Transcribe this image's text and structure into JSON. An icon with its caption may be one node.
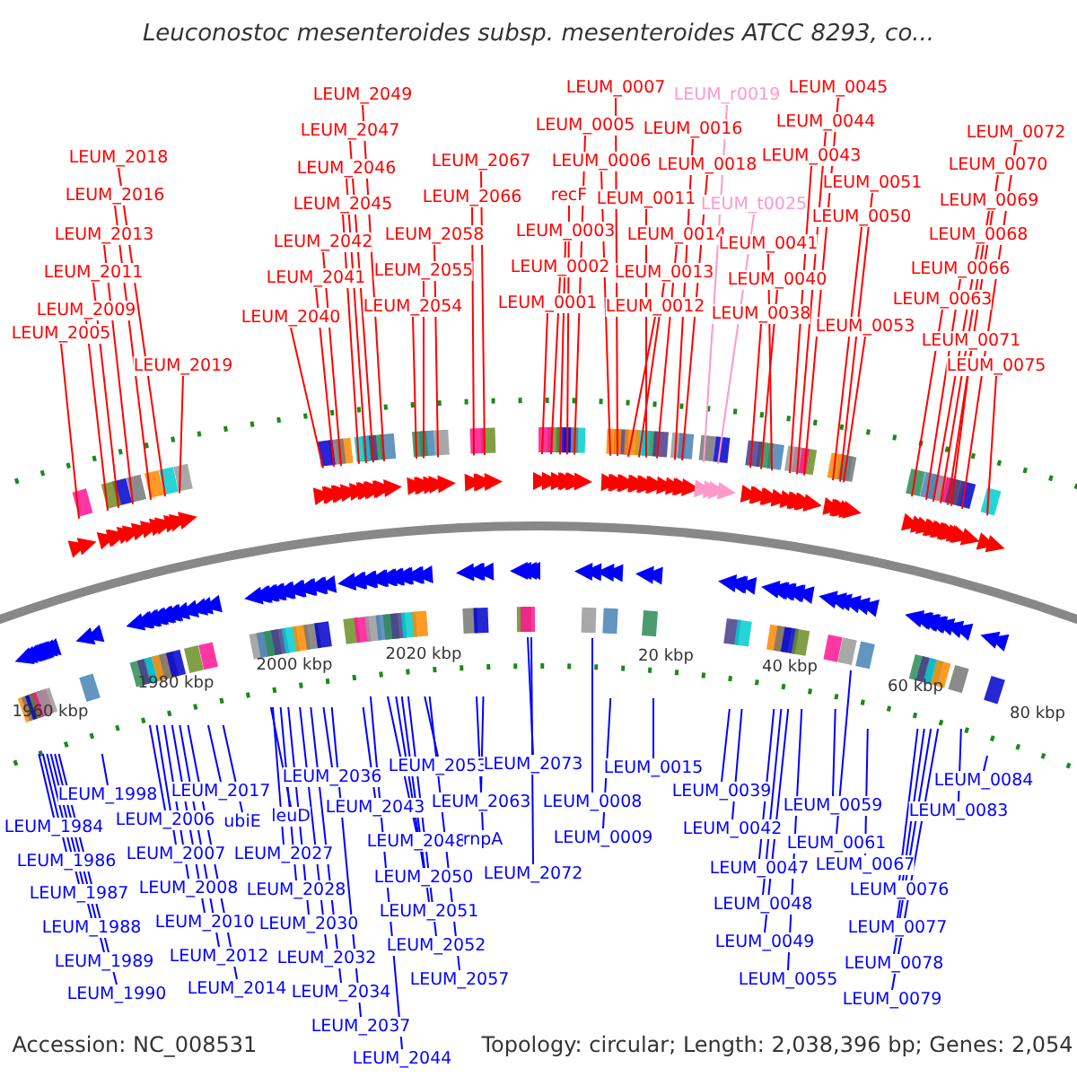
{
  "diagram": {
    "title": "Leuconostoc mesenteroides subsp. mesenteroides ATCC 8293, co...",
    "nodes": [
      {
        "text": [
          "LEUM_2018"
        ]
      },
      {
        "text": [
          "LEUM_2016"
        ]
      },
      {
        "text": [
          "LEUM_2013"
        ]
      },
      {
        "text": [
          "LEUM_2011"
        ]
      },
      {
        "text": [
          "LEUM_2009"
        ]
      },
      {
        "text": [
          "LEUM_2005"
        ]
      },
      {
        "text": [
          "LEUM_2019"
        ]
      },
      {
        "text": [
          "LEUM_2049"
        ]
      },
      {
        "text": [
          "LEUM_2047"
        ]
      },
      {
        "text": [
          "LEUM_2046"
        ]
      },
      {
        "text": [
          "LEUM_2045"
        ]
      },
      {
        "text": [
          "LEUM_2042"
        ]
      },
      {
        "text": [
          "LEUM_2041"
        ]
      },
      {
        "text": [
          "LEUM_2040"
        ]
      },
      {
        "text": [
          "LEUM_2067"
        ]
      },
      {
        "text": [
          "LEUM_2066"
        ]
      },
      {
        "text": [
          "LEUM_2058"
        ]
      },
      {
        "text": [
          "LEUM_2055"
        ]
      },
      {
        "text": [
          "LEUM_2054"
        ]
      },
      {
        "text": [
          "LEUM_0007"
        ]
      },
      {
        "text": [
          "LEUM_0005"
        ]
      },
      {
        "text": [
          "LEUM_0006"
        ]
      },
      {
        "text": [
          "recF"
        ]
      },
      {
        "text": [
          "LEUM_0003"
        ]
      },
      {
        "text": [
          "LEUM_0002"
        ]
      },
      {
        "text": [
          "LEUM_0001"
        ]
      },
      {
        "text": [
          "LEUM_0016"
        ]
      },
      {
        "text": [
          "LEUM_0018"
        ]
      },
      {
        "text": [
          "LEUM_0011"
        ]
      },
      {
        "text": [
          "LEUM_0014"
        ]
      },
      {
        "text": [
          "LEUM_0013"
        ]
      },
      {
        "text": [
          "LEUM_0012"
        ]
      },
      {
        "text": [
          "LEUM_r0019"
        ]
      },
      {
        "text": [
          "LEUM_t0025"
        ]
      },
      {
        "text": [
          "LEUM_0045"
        ]
      },
      {
        "text": [
          "LEUM_0044"
        ]
      },
      {
        "text": [
          "LEUM_0043"
        ]
      },
      {
        "text": [
          "LEUM_0041"
        ]
      },
      {
        "text": [
          "LEUM_0040"
        ]
      },
      {
        "text": [
          "LEUM_0038"
        ]
      },
      {
        "text": [
          "LEUM_0051"
        ]
      },
      {
        "text": [
          "LEUM_0050"
        ]
      },
      {
        "text": [
          "LEUM_0053"
        ]
      },
      {
        "text": [
          "LEUM_0072"
        ]
      },
      {
        "text": [
          "LEUM_0070"
        ]
      },
      {
        "text": [
          "LEUM_0069"
        ]
      },
      {
        "text": [
          "LEUM_0068"
        ]
      },
      {
        "text": [
          "LEUM_0066"
        ]
      },
      {
        "text": [
          "LEUM_0063"
        ]
      },
      {
        "text": [
          "LEUM_0071"
        ]
      },
      {
        "text": [
          "LEUM_0075"
        ]
      },
      {
        "text": [
          "LEUM_1984"
        ]
      },
      {
        "text": [
          "LEUM_1986"
        ]
      },
      {
        "text": [
          "LEUM_1987"
        ]
      },
      {
        "text": [
          "LEUM_1988"
        ]
      },
      {
        "text": [
          "LEUM_1989"
        ]
      },
      {
        "text": [
          "LEUM_1990"
        ]
      },
      {
        "text": [
          "LEUM_1998"
        ]
      },
      {
        "text": [
          "LEUM_2006"
        ]
      },
      {
        "text": [
          "LEUM_2007"
        ]
      },
      {
        "text": [
          "LEUM_2008"
        ]
      },
      {
        "text": [
          "LEUM_2010"
        ]
      },
      {
        "text": [
          "LEUM_2012"
        ]
      },
      {
        "text": [
          "LEUM_2014"
        ]
      },
      {
        "text": [
          "LEUM_2017"
        ]
      },
      {
        "text": [
          "ubiE"
        ]
      },
      {
        "text": [
          "leuD"
        ]
      },
      {
        "text": [
          "LEUM_2027"
        ]
      },
      {
        "text": [
          "LEUM_2028"
        ]
      },
      {
        "text": [
          "LEUM_2030"
        ]
      },
      {
        "text": [
          "LEUM_2032"
        ]
      },
      {
        "text": [
          "LEUM_2034"
        ]
      },
      {
        "text": [
          "LEUM_2036"
        ]
      },
      {
        "text": [
          "LEUM_2037"
        ]
      },
      {
        "text": [
          "LEUM_2043"
        ]
      },
      {
        "text": [
          "LEUM_2044"
        ]
      },
      {
        "text": [
          "LEUM_2048"
        ]
      },
      {
        "text": [
          "LEUM_2050"
        ]
      },
      {
        "text": [
          "LEUM_2051"
        ]
      },
      {
        "text": [
          "LEUM_2052"
        ]
      },
      {
        "text": [
          "LEUM_2053"
        ]
      },
      {
        "text": [
          "LEUM_2057"
        ]
      },
      {
        "text": [
          "rnpA"
        ]
      },
      {
        "text": [
          "LEUM_2063"
        ]
      },
      {
        "text": [
          "LEUM_2073"
        ]
      },
      {
        "text": [
          "LEUM_2072"
        ]
      },
      {
        "text": [
          "LEUM_0008"
        ]
      },
      {
        "text": [
          "LEUM_0009"
        ]
      },
      {
        "text": [
          "LEUM_0015"
        ]
      },
      {
        "text": [
          "LEUM_0039"
        ]
      },
      {
        "text": [
          "LEUM_0042"
        ]
      },
      {
        "text": [
          "LEUM_0047"
        ]
      },
      {
        "text": [
          "LEUM_0048"
        ]
      },
      {
        "text": [
          "LEUM_0049"
        ]
      },
      {
        "text": [
          "LEUM_0055"
        ]
      },
      {
        "text": [
          "LEUM_0059"
        ]
      },
      {
        "text": [
          "LEUM_0061"
        ]
      },
      {
        "text": [
          "LEUM_0067"
        ]
      },
      {
        "text": [
          "LEUM_0076"
        ]
      },
      {
        "text": [
          "LEUM_0077"
        ]
      },
      {
        "text": [
          "LEUM_0078"
        ]
      },
      {
        "text": [
          "LEUM_0079"
        ]
      },
      {
        "text": [
          "LEUM_0083"
        ]
      },
      {
        "text": [
          "LEUM_0084"
        ]
      }
    ],
    "edges": [
      {
        "from": 0,
        "to": null,
        "arrow": "none",
        "color": "#ff0000"
      },
      {
        "from": 1,
        "to": null,
        "arrow": "none",
        "color": "#ff0000"
      },
      {
        "from": 2,
        "to": null,
        "arrow": "none",
        "color": "#ff0000"
      },
      {
        "from": 3,
        "to": null,
        "arrow": "none",
        "color": "#ff0000"
      },
      {
        "from": 4,
        "to": null,
        "arrow": "none",
        "color": "#ff0000"
      },
      {
        "from": 5,
        "to": null,
        "arrow": "none",
        "color": "#ff0000"
      },
      {
        "from": 6,
        "to": null,
        "arrow": "none",
        "color": "#ff0000"
      },
      {
        "from": 7,
        "to": null,
        "arrow": "none",
        "color": "#ff0000"
      },
      {
        "from": 8,
        "to": null,
        "arrow": "none",
        "color": "#ff0000"
      },
      {
        "from": 9,
        "to": null,
        "arrow": "none",
        "color": "#ff0000"
      },
      {
        "from": 10,
        "to": null,
        "arrow": "none",
        "color": "#ff0000"
      },
      {
        "from": 11,
        "to": null,
        "arrow": "none",
        "color": "#ff0000"
      },
      {
        "from": 12,
        "to": null,
        "arrow": "none",
        "color": "#ff0000"
      },
      {
        "from": 13,
        "to": null,
        "arrow": "none",
        "color": "#ff0000"
      },
      {
        "from": 14,
        "to": null,
        "arrow": "none",
        "color": "#ff0000"
      },
      {
        "from": 15,
        "to": null,
        "arrow": "none",
        "color": "#ff0000"
      },
      {
        "from": 16,
        "to": null,
        "arrow": "none",
        "color": "#ff0000"
      },
      {
        "from": 17,
        "to": null,
        "arrow": "none",
        "color": "#ff0000"
      },
      {
        "from": 18,
        "to": null,
        "arrow": "none",
        "color": "#ff0000"
      },
      {
        "from": 19,
        "to": null,
        "arrow": "none",
        "color": "#ff0000"
      },
      {
        "from": 20,
        "to": null,
        "arrow": "none",
        "color": "#ff0000"
      },
      {
        "from": 21,
        "to": null,
        "arrow": "none",
        "color": "#ff0000"
      },
      {
        "from": 22,
        "to": null,
        "arrow": "none",
        "color": "#ff0000"
      },
      {
        "from": 23,
        "to": null,
        "arrow": "none",
        "color": "#ff0000"
      },
      {
        "from": 24,
        "to": null,
        "arrow": "none",
        "color": "#ff0000"
      },
      {
        "from": 25,
        "to": null,
        "arrow": "none",
        "color": "#ff0000"
      },
      {
        "from": 26,
        "to": null,
        "arrow": "none",
        "color": "#ff0000"
      },
      {
        "from": 27,
        "to": null,
        "arrow": "none",
        "color": "#ff0000"
      },
      {
        "from": 28,
        "to": null,
        "arrow": "none",
        "color": "#ff0000"
      },
      {
        "from": 29,
        "to": null,
        "arrow": "none",
        "color": "#ff0000"
      },
      {
        "from": 30,
        "to": null,
        "arrow": "none",
        "color": "#ff0000"
      },
      {
        "from": 31,
        "to": null,
        "arrow": "none",
        "color": "#ff0000"
      },
      {
        "from": 32,
        "to": null,
        "arrow": "none",
        "color": "#ff99cc"
      },
      {
        "from": 33,
        "to": null,
        "arrow": "none",
        "color": "#ff99cc"
      },
      {
        "from": 34,
        "to": null,
        "arrow": "none",
        "color": "#ff0000"
      },
      {
        "from": 35,
        "to": null,
        "arrow": "none",
        "color": "#ff0000"
      },
      {
        "from": 36,
        "to": null,
        "arrow": "none",
        "color": "#ff0000"
      },
      {
        "from": 37,
        "to": null,
        "arrow": "none",
        "color": "#ff0000"
      },
      {
        "from": 38,
        "to": null,
        "arrow": "none",
        "color": "#ff0000"
      },
      {
        "from": 39,
        "to": null,
        "arrow": "none",
        "color": "#ff0000"
      },
      {
        "from": 40,
        "to": null,
        "arrow": "none",
        "color": "#ff0000"
      },
      {
        "from": 41,
        "to": null,
        "arrow": "none",
        "color": "#ff0000"
      },
      {
        "from": 42,
        "to": null,
        "arrow": "none",
        "color": "#ff0000"
      },
      {
        "from": 43,
        "to": null,
        "arrow": "none",
        "color": "#ff0000"
      },
      {
        "from": 44,
        "to": null,
        "arrow": "none",
        "color": "#ff0000"
      },
      {
        "from": 45,
        "to": null,
        "arrow": "none",
        "color": "#ff0000"
      },
      {
        "from": 46,
        "to": null,
        "arrow": "none",
        "color": "#ff0000"
      },
      {
        "from": 47,
        "to": null,
        "arrow": "none",
        "color": "#ff0000"
      },
      {
        "from": 48,
        "to": null,
        "arrow": "none",
        "color": "#ff0000"
      },
      {
        "from": 49,
        "to": null,
        "arrow": "none",
        "color": "#ff0000"
      },
      {
        "from": 50,
        "to": null,
        "arrow": "none",
        "color": "#ff0000"
      },
      {
        "from": 51,
        "to": null,
        "arrow": "none"
      },
      {
        "from": 52,
        "to": null,
        "arrow": "none"
      },
      {
        "from": 53,
        "to": null,
        "arrow": "none"
      },
      {
        "from": 54,
        "to": null,
        "arrow": "none"
      },
      {
        "from": 55,
        "to": null,
        "arrow": "none"
      },
      {
        "from": 56,
        "to": null,
        "arrow": "none"
      },
      {
        "from": 57,
        "to": null,
        "arrow": "none"
      },
      {
        "from": 58,
        "to": null,
        "arrow": "none"
      },
      {
        "from": 59,
        "to": null,
        "arrow": "none"
      },
      {
        "from": 60,
        "to": null,
        "arrow": "none"
      },
      {
        "from": 61,
        "to": null,
        "arrow": "none"
      },
      {
        "from": 62,
        "to": null,
        "arrow": "none"
      },
      {
        "from": 63,
        "to": null,
        "arrow": "none"
      },
      {
        "from": 64,
        "to": null,
        "arrow": "none"
      },
      {
        "from": 65,
        "to": null,
        "arrow": "none"
      },
      {
        "from": 66,
        "to": null,
        "arrow": "none"
      },
      {
        "from": 67,
        "to": null,
        "arrow": "none"
      },
      {
        "from": 68,
        "to": null,
        "arrow": "none"
      },
      {
        "from": 69,
        "to": null,
        "arrow": "none"
      },
      {
        "from": 70,
        "to": null,
        "arrow": "none"
      },
      {
        "from": 71,
        "to": null,
        "arrow": "none"
      },
      {
        "from": 72,
        "to": null,
        "arrow": "none"
      },
      {
        "from": 73,
        "to": null,
        "arrow": "none"
      },
      {
        "from": 74,
        "to": null,
        "arrow": "none"
      },
      {
        "from": 75,
        "to": null,
        "arrow": "none"
      },
      {
        "from": 76,
        "to": null,
        "arrow": "none"
      },
      {
        "from": 77,
        "to": null,
        "arrow": "none"
      },
      {
        "from": 78,
        "to": null,
        "arrow": "none"
      },
      {
        "from": 79,
        "to": null,
        "arrow": "none"
      },
      {
        "from": 80,
        "to": null,
        "arrow": "none"
      },
      {
        "from": 81,
        "to": null,
        "arrow": "none"
      },
      {
        "from": 82,
        "to": null,
        "arrow": "none"
      },
      {
        "from": 83,
        "to": null,
        "arrow": "none"
      },
      {
        "from": 84,
        "to": null,
        "arrow": "none"
      },
      {
        "from": 85,
        "to": null,
        "arrow": "none"
      },
      {
        "from": 86,
        "to": null,
        "arrow": "none"
      },
      {
        "from": 87,
        "to": null,
        "arrow": "none"
      },
      {
        "from": 88,
        "to": null,
        "arrow": "none"
      },
      {
        "from": 89,
        "to": null,
        "arrow": "none"
      },
      {
        "from": 90,
        "to": null,
        "arrow": "none"
      },
      {
        "from": 91,
        "to": null,
        "arrow": "none"
      },
      {
        "from": 92,
        "to": null,
        "arrow": "none"
      },
      {
        "from": 93,
        "to": null,
        "arrow": "none"
      },
      {
        "from": 94,
        "to": null,
        "arrow": "none"
      },
      {
        "from": 95,
        "to": null,
        "arrow": "none"
      },
      {
        "from": 96,
        "to": null,
        "arrow": "none"
      },
      {
        "from": 97,
        "to": null,
        "arrow": "none"
      },
      {
        "from": 98,
        "to": null,
        "arrow": "none"
      },
      {
        "from": 99,
        "to": null,
        "arrow": "none"
      },
      {
        "from": 100,
        "to": null,
        "arrow": "none"
      },
      {
        "from": 101,
        "to": null,
        "arrow": "none"
      },
      {
        "from": 102,
        "to": null,
        "arrow": "none"
      },
      {
        "from": 103,
        "to": null,
        "arrow": "none"
      }
    ],
    "labels": [
      "1960 kbp",
      "1980 kbp",
      "2000 kbp",
      "2020 kbp",
      "20 kbp",
      "40 kbp",
      "60 kbp",
      "80 kbp",
      "Accession: NC_008531",
      "Topology: circular; Length: 2,038,396 bp; Genes: 2,054"
    ]
  }
}
